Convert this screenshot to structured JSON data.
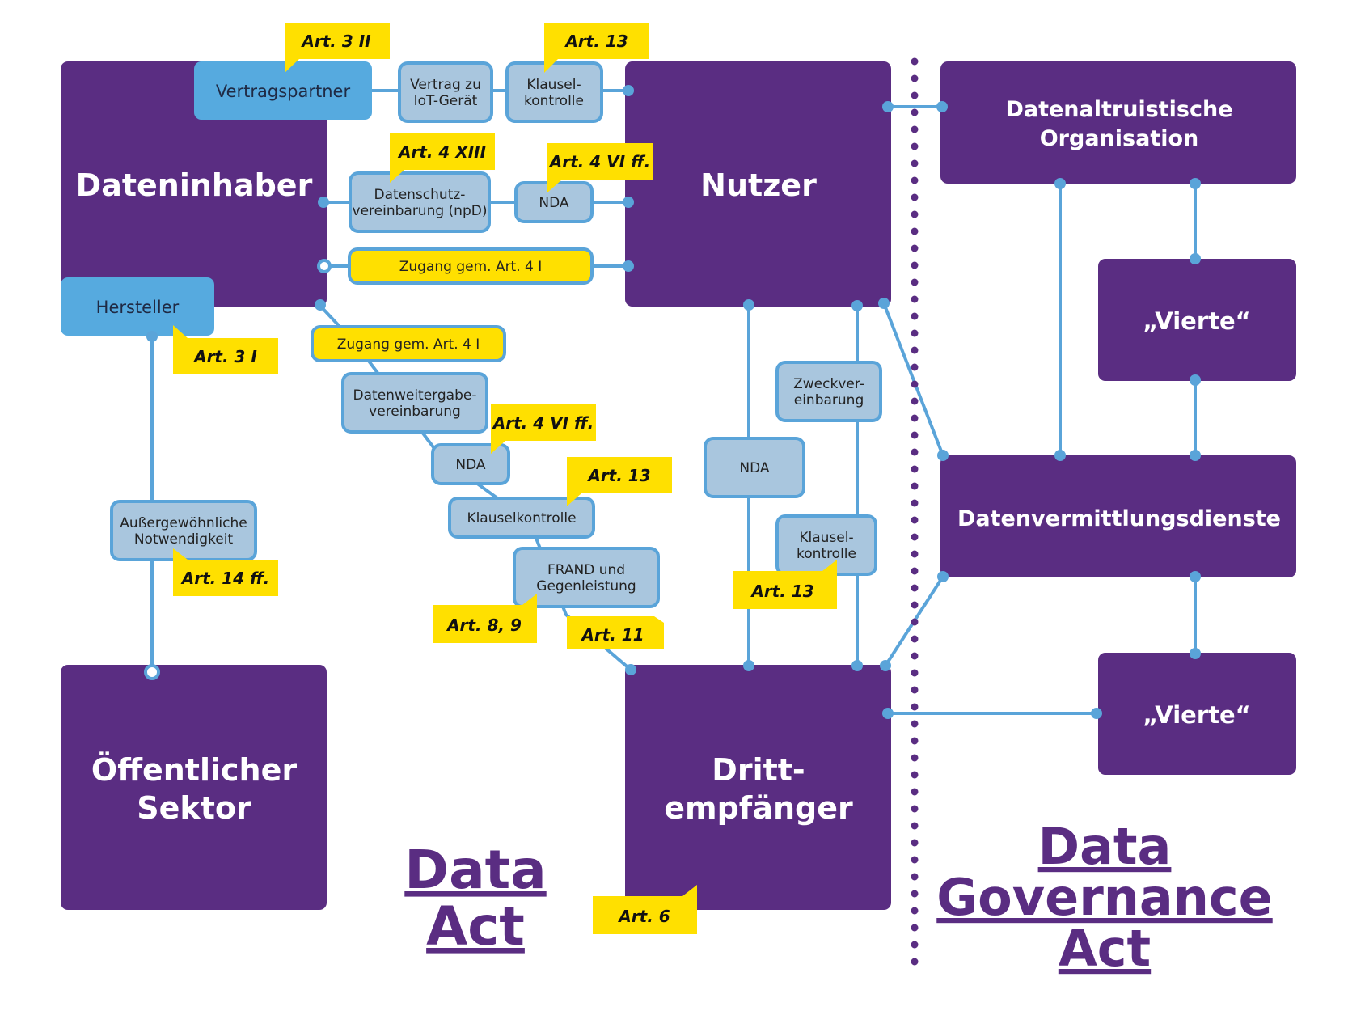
{
  "colors": {
    "purple": "#5a2d82",
    "blue": "#56aadf",
    "node_fill": "#a9c6de",
    "node_border": "#5aa4d9",
    "yellow": "#ffe000",
    "line": "#5aa4d9",
    "title": "#5a2d82"
  },
  "actors": {
    "dateninhaber": "Dateninhaber",
    "nutzer": "Nutzer",
    "oeffentlicher_sektor": [
      "Öffentlicher",
      "Sektor"
    ],
    "drittempfaenger": [
      "Dritt-",
      "empfänger"
    ],
    "datenaltruistische": [
      "Datenaltruistische",
      "Organisation"
    ],
    "vierte_top": "„Vierte“",
    "datenvermittlung": "Datenvermittlungsdienste",
    "vierte_bottom": "„Vierte“"
  },
  "roles": {
    "vertragspartner": "Vertragspartner",
    "hersteller": "Hersteller"
  },
  "nodes": {
    "vertrag_iot": [
      "Vertrag zu",
      "IoT-Gerät"
    ],
    "klausel_top": [
      "Klausel-",
      "kontrolle"
    ],
    "datenschutz": [
      "Datenschutz-",
      "vereinbarung (npD)"
    ],
    "nda_top": "NDA",
    "zugang_top": "Zugang gem. Art. 4 I",
    "zugang_mid": "Zugang gem. Art. 4 I",
    "datenweitergabe": [
      "Datenweitergabe-",
      "vereinbarung"
    ],
    "nda_mid": "NDA",
    "klauselkontrolle_mid": "Klauselkontrolle",
    "frand": [
      "FRAND und",
      "Gegenleistung"
    ],
    "aussergewoehnlich": [
      "Außergewöhnliche",
      "Notwendigkeit"
    ],
    "nda_right": "NDA",
    "zweck": [
      "Zweckver-",
      "einbarung"
    ],
    "klausel_right": [
      "Klausel-",
      "kontrolle"
    ]
  },
  "articles": {
    "art3ii": "Art. 3 II",
    "art13_top": "Art. 13",
    "art4xiii": "Art. 4 XIII",
    "art4vi_top": "Art. 4 VI ff.",
    "art3i": "Art. 3 I",
    "art4vi_mid": "Art. 4 VI ff.",
    "art13_mid": "Art. 13",
    "art14": "Art. 14 ff.",
    "art89": "Art. 8, 9",
    "art11": "Art. 11",
    "art13_right": "Art. 13",
    "art6": "Art. 6"
  },
  "titles": {
    "data_act": [
      "Data",
      "Act"
    ],
    "dga": [
      "Data",
      "Governance",
      "Act"
    ]
  }
}
